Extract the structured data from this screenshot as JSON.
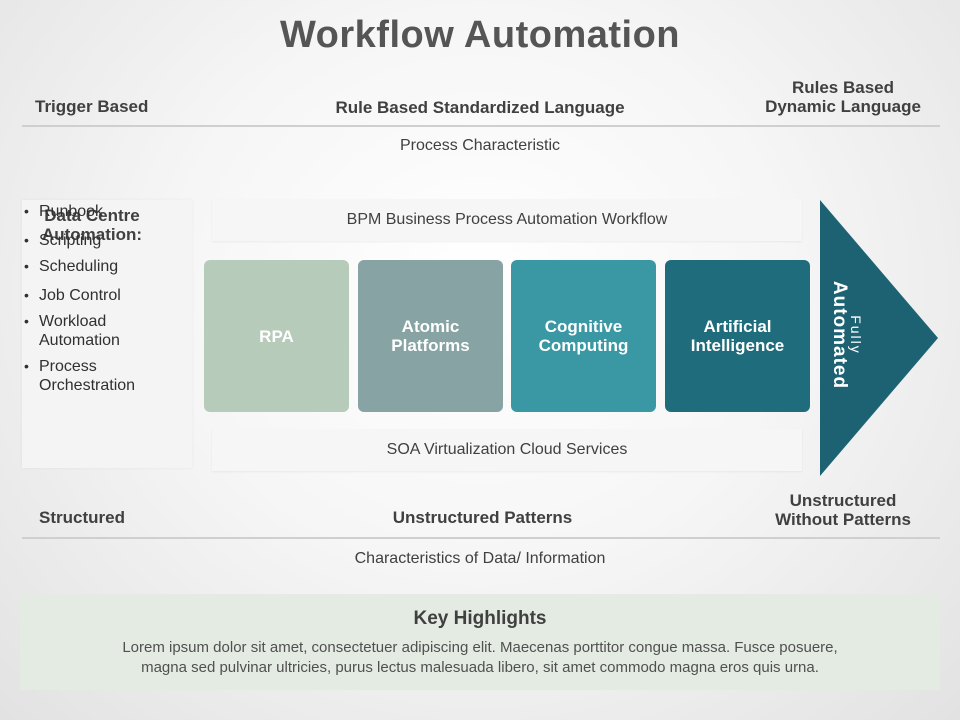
{
  "title": "Workflow Automation",
  "top_row": {
    "left": "Trigger Based",
    "center": "Rule Based Standardized Language",
    "right_line1": "Rules Based",
    "right_line2": "Dynamic Language",
    "subtitle": "Process Characteristic"
  },
  "left_panel": {
    "title_line1": "Data Centre",
    "title_line2": "Automation:",
    "items": [
      {
        "line1": "Runbook",
        "line2": ""
      },
      {
        "line1": "Scripting",
        "line2": ""
      },
      {
        "line1": "Scheduling",
        "line2": ""
      },
      {
        "line1": "Job Control",
        "line2": ""
      },
      {
        "line1": "Workload",
        "line2": "Automation"
      },
      {
        "line1": "Process",
        "line2": "Orchestration"
      }
    ]
  },
  "bands": {
    "top": "BPM Business Process Automation Workflow",
    "bottom": "SOA Virtualization Cloud Services"
  },
  "boxes": [
    {
      "line1": "RPA",
      "line2": "",
      "color": "#b7cbbb"
    },
    {
      "line1": "Atomic",
      "line2": "Platforms",
      "color": "#87a3a3"
    },
    {
      "line1": "Cognitive",
      "line2": "Computing",
      "color": "#3a97a4"
    },
    {
      "line1": "Artificial",
      "line2": "Intelligence",
      "color": "#1f6d7c"
    }
  ],
  "arrow": {
    "line1": "Fully",
    "line2": "Automated",
    "color": "#1d6272"
  },
  "bottom_row": {
    "left": "Structured",
    "center": "Unstructured Patterns",
    "right_line1": "Unstructured",
    "right_line2": "Without Patterns",
    "subtitle": "Characteristics of Data/ Information"
  },
  "key_highlights": {
    "title": "Key Highlights",
    "line1": "Lorem ipsum dolor sit amet, consectetuer adipiscing elit. Maecenas porttitor congue massa. Fusce posuere,",
    "line2": "magna sed pulvinar ultricies, purus lectus malesuada libero, sit amet commodo magna eros quis urna."
  }
}
